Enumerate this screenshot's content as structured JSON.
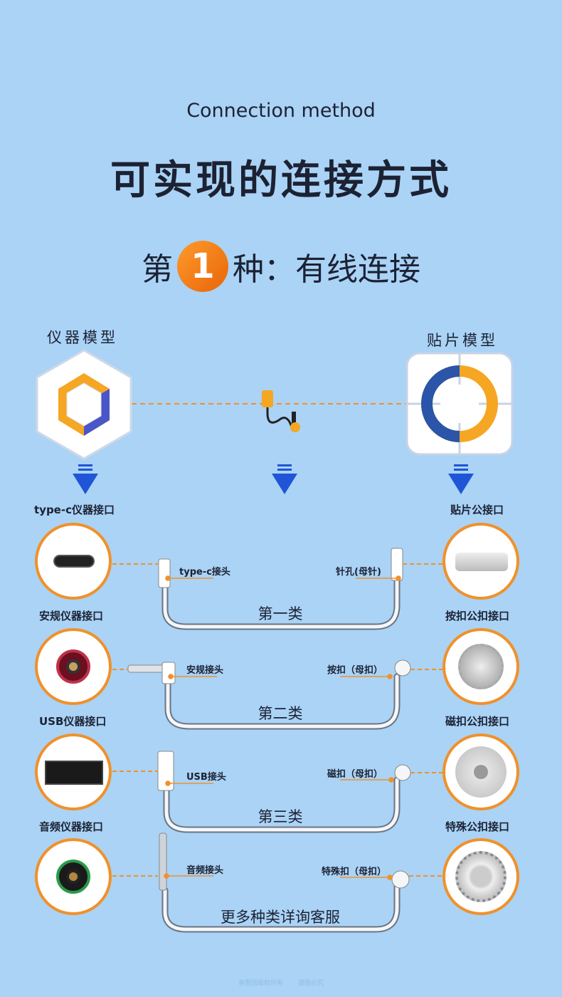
{
  "header": {
    "subtitle_en": "Connection method",
    "title": "可实现的连接方式",
    "method_prefix": "第",
    "method_number": "1",
    "method_suffix": "种：有线连接"
  },
  "models": {
    "left": "仪器模型",
    "right": "贴片模型"
  },
  "rows": [
    {
      "left_label": "type-c仪器接口",
      "right_label": "贴片公接口",
      "left_plug": "type-c接头",
      "right_plug": "针孔(母针)",
      "category": "第一类"
    },
    {
      "left_label": "安规仪器接口",
      "right_label": "按扣公扣接口",
      "left_plug": "安规接头",
      "right_plug": "按扣（母扣）",
      "category": "第二类"
    },
    {
      "left_label": "USB仪器接口",
      "right_label": "磁扣公扣接口",
      "left_plug": "USB接头",
      "right_plug": "磁扣（母扣）",
      "category": "第三类"
    },
    {
      "left_label": "音频仪器接口",
      "right_label": "特殊公扣接口",
      "left_plug": "音频接头",
      "right_plug": "特殊扣（母扣）",
      "category": "更多种类详询客服"
    }
  ],
  "footer": {
    "left": "亲图团版权所有",
    "right": "盗图必究"
  },
  "colors": {
    "background": "#aad3f6",
    "accent": "#f0912a",
    "arrow": "#1f55d6"
  }
}
